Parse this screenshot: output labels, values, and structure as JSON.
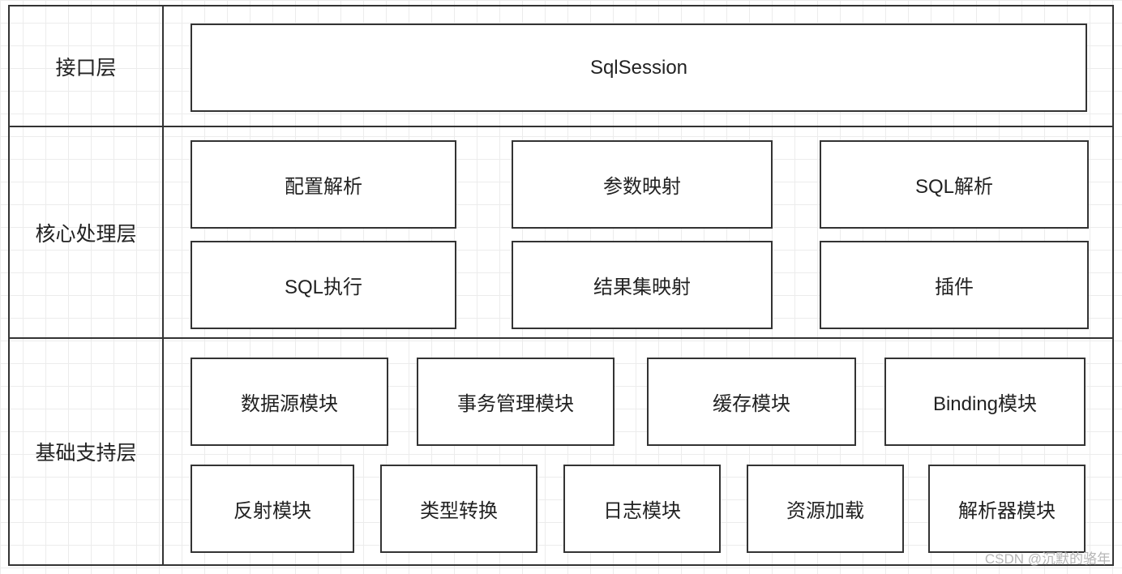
{
  "layers": [
    {
      "label": "接口层",
      "modules": [
        "SqlSession"
      ]
    },
    {
      "label": "核心处理层",
      "modules": [
        "配置解析",
        "参数映射",
        "SQL解析",
        "SQL执行",
        "结果集映射",
        "插件"
      ]
    },
    {
      "label": "基础支持层",
      "modules": [
        "数据源模块",
        "事务管理模块",
        "缓存模块",
        "Binding模块",
        "反射模块",
        "类型转换",
        "日志模块",
        "资源加载",
        "解析器模块"
      ]
    }
  ],
  "watermark": "CSDN @沉默的骆年"
}
